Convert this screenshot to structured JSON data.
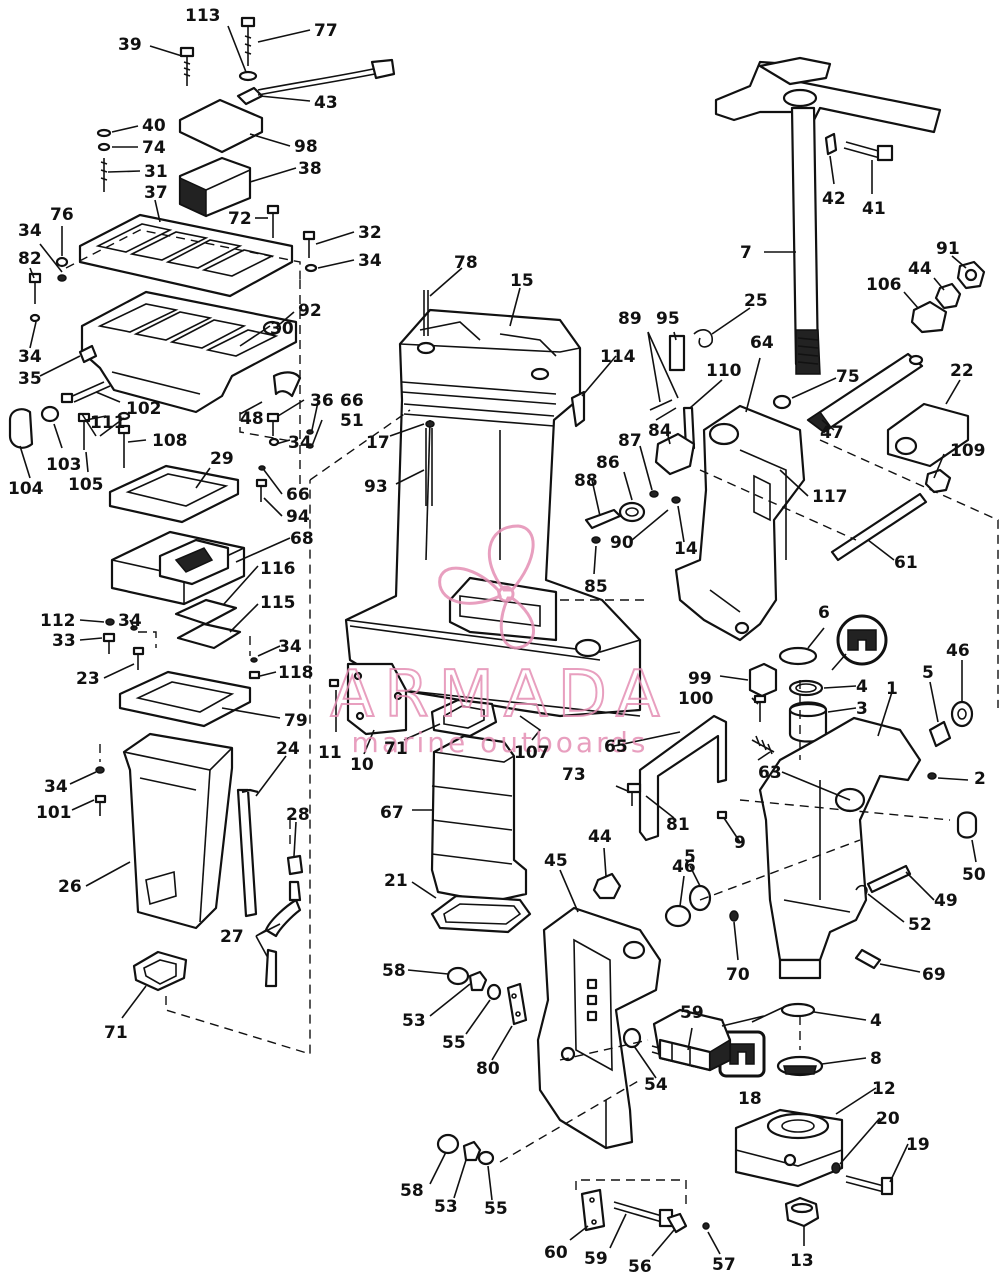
{
  "watermark": {
    "brand": "ARMADA",
    "tagline": "marine outboards",
    "color": "#e58fb4"
  },
  "callouts": [
    {
      "n": "113"
    },
    {
      "n": "77"
    },
    {
      "n": "39"
    },
    {
      "n": "43"
    },
    {
      "n": "40"
    },
    {
      "n": "98"
    },
    {
      "n": "74"
    },
    {
      "n": "38"
    },
    {
      "n": "31"
    },
    {
      "n": "37"
    },
    {
      "n": "76"
    },
    {
      "n": "72"
    },
    {
      "n": "32"
    },
    {
      "n": "34"
    },
    {
      "n": "34"
    },
    {
      "n": "82"
    },
    {
      "n": "92"
    },
    {
      "n": "30"
    },
    {
      "n": "34"
    },
    {
      "n": "35"
    },
    {
      "n": "102"
    },
    {
      "n": "36"
    },
    {
      "n": "66"
    },
    {
      "n": "48"
    },
    {
      "n": "51"
    },
    {
      "n": "111"
    },
    {
      "n": "108"
    },
    {
      "n": "104"
    },
    {
      "n": "103"
    },
    {
      "n": "105"
    },
    {
      "n": "34"
    },
    {
      "n": "29"
    },
    {
      "n": "66"
    },
    {
      "n": "94"
    },
    {
      "n": "68"
    },
    {
      "n": "116"
    },
    {
      "n": "115"
    },
    {
      "n": "112"
    },
    {
      "n": "34"
    },
    {
      "n": "33"
    },
    {
      "n": "34"
    },
    {
      "n": "23"
    },
    {
      "n": "118"
    },
    {
      "n": "79"
    },
    {
      "n": "24"
    },
    {
      "n": "34"
    },
    {
      "n": "101"
    },
    {
      "n": "28"
    },
    {
      "n": "26"
    },
    {
      "n": "27"
    },
    {
      "n": "71"
    },
    {
      "n": "78"
    },
    {
      "n": "15"
    },
    {
      "n": "114"
    },
    {
      "n": "17"
    },
    {
      "n": "93"
    },
    {
      "n": "11"
    },
    {
      "n": "10"
    },
    {
      "n": "71"
    },
    {
      "n": "107"
    },
    {
      "n": "65"
    },
    {
      "n": "67"
    },
    {
      "n": "21"
    },
    {
      "n": "7"
    },
    {
      "n": "42"
    },
    {
      "n": "41"
    },
    {
      "n": "91"
    },
    {
      "n": "44"
    },
    {
      "n": "106"
    },
    {
      "n": "22"
    },
    {
      "n": "75"
    },
    {
      "n": "47"
    },
    {
      "n": "109"
    },
    {
      "n": "64"
    },
    {
      "n": "25"
    },
    {
      "n": "89"
    },
    {
      "n": "95"
    },
    {
      "n": "110"
    },
    {
      "n": "84"
    },
    {
      "n": "87"
    },
    {
      "n": "86"
    },
    {
      "n": "88"
    },
    {
      "n": "90"
    },
    {
      "n": "14"
    },
    {
      "n": "85"
    },
    {
      "n": "117"
    },
    {
      "n": "61"
    },
    {
      "n": "6"
    },
    {
      "n": "99"
    },
    {
      "n": "4"
    },
    {
      "n": "100"
    },
    {
      "n": "3"
    },
    {
      "n": "46"
    },
    {
      "n": "5"
    },
    {
      "n": "1"
    },
    {
      "n": "2"
    },
    {
      "n": "73"
    },
    {
      "n": "63"
    },
    {
      "n": "81"
    },
    {
      "n": "9"
    },
    {
      "n": "50"
    },
    {
      "n": "44"
    },
    {
      "n": "45"
    },
    {
      "n": "46"
    },
    {
      "n": "5"
    },
    {
      "n": "49"
    },
    {
      "n": "70"
    },
    {
      "n": "52"
    },
    {
      "n": "69"
    },
    {
      "n": "58"
    },
    {
      "n": "53"
    },
    {
      "n": "55"
    },
    {
      "n": "80"
    },
    {
      "n": "59"
    },
    {
      "n": "54"
    },
    {
      "n": "4"
    },
    {
      "n": "8"
    },
    {
      "n": "12"
    },
    {
      "n": "18"
    },
    {
      "n": "20"
    },
    {
      "n": "19"
    },
    {
      "n": "58"
    },
    {
      "n": "53"
    },
    {
      "n": "55"
    },
    {
      "n": "60"
    },
    {
      "n": "59"
    },
    {
      "n": "56"
    },
    {
      "n": "57"
    },
    {
      "n": "13"
    }
  ]
}
